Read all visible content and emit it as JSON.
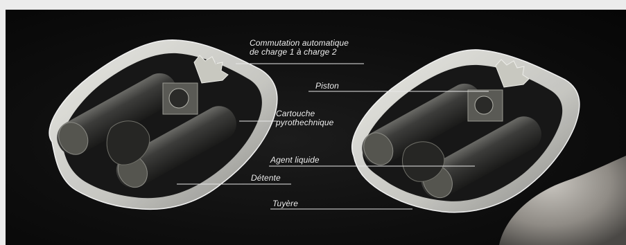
{
  "labels": {
    "commutation": "Commutation automatique\nde charge 1 à charge 2",
    "piston": "Piston",
    "cartouche": "Cartouche\npyrothechnique",
    "agent": "Agent liquide",
    "detente": "Détente",
    "tuyere": "Tuyère"
  },
  "colors": {
    "background": "#0d0d0d",
    "casing": "#d9d9d4",
    "cylinder": "#3a3a38",
    "text": "#f2f2f2"
  }
}
